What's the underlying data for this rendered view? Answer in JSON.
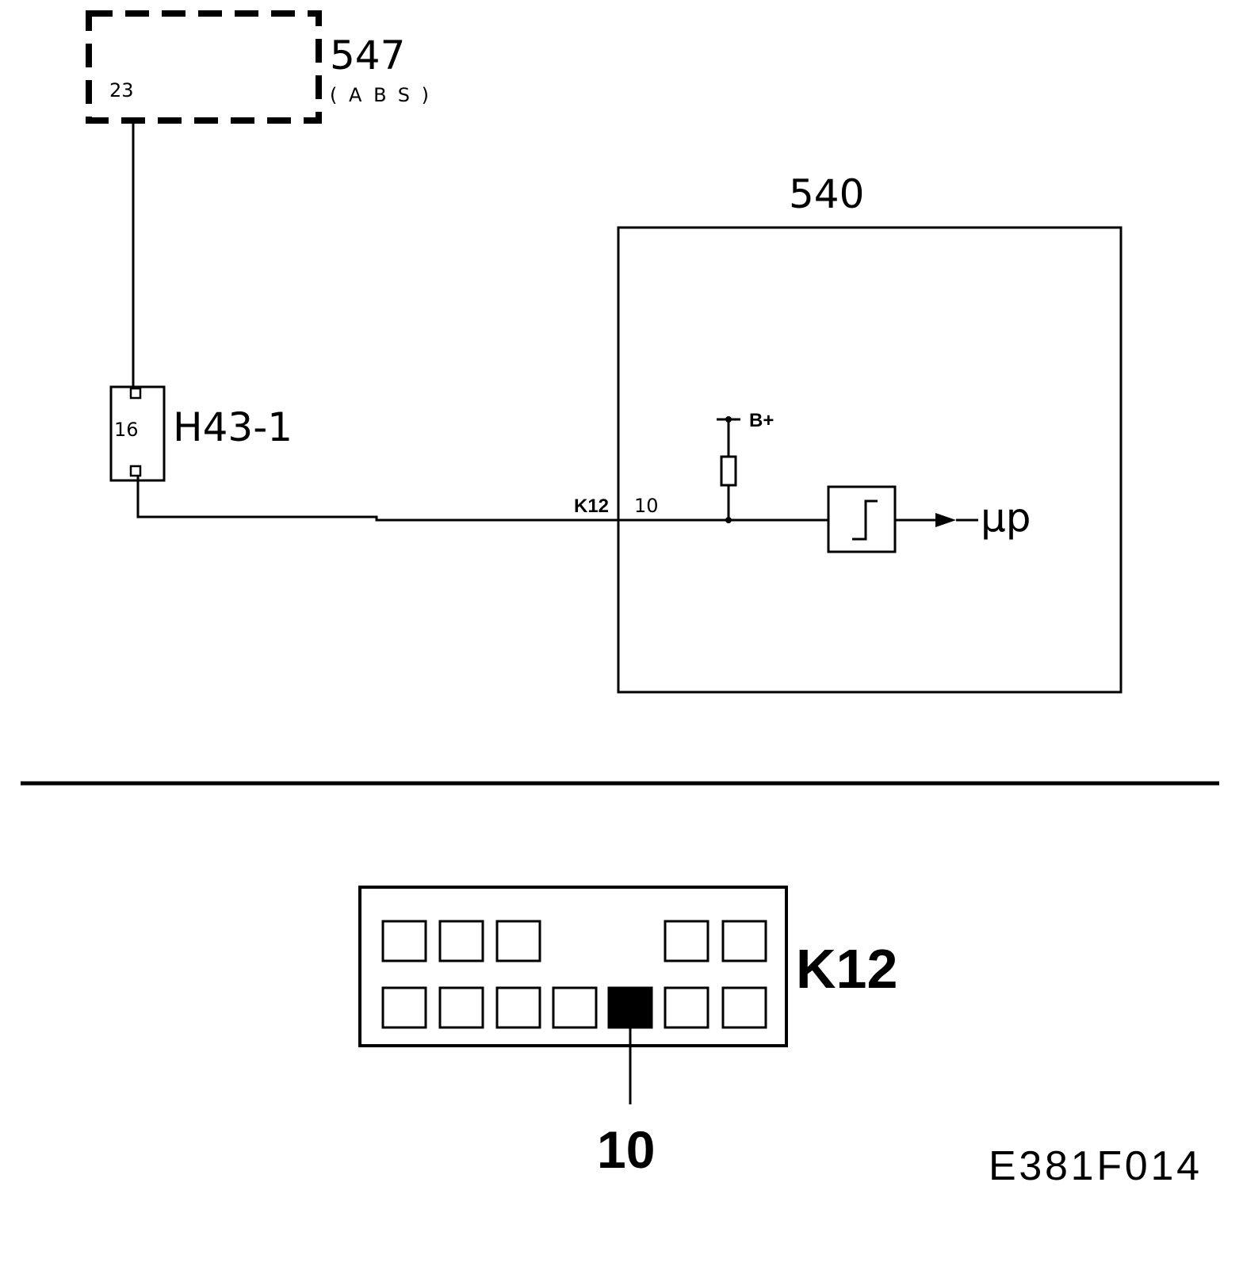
{
  "ecu_547": {
    "number": "547",
    "subtitle": "(ABS)",
    "pin": "23"
  },
  "connector_h43": {
    "name": "H43-1",
    "pin": "16"
  },
  "ecu_540": {
    "number": "540",
    "connector_label": "K12",
    "pin": "10",
    "supply_label": "B+",
    "output_label": "µp"
  },
  "connector_k12": {
    "name": "K12",
    "highlighted_pin": "10"
  },
  "figure_ref": "E381F014",
  "colors": {
    "line": "#000000",
    "background": "#ffffff"
  }
}
